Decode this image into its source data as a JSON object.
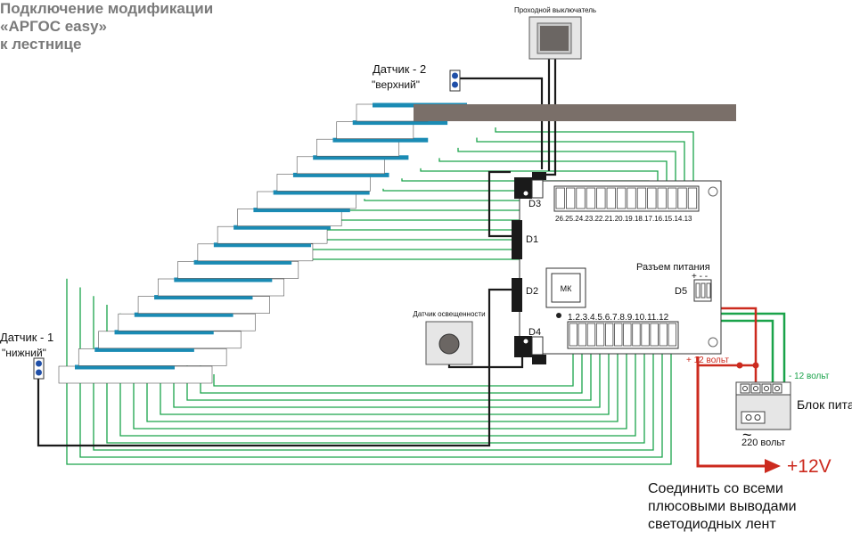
{
  "title": {
    "line1": "Подключение модификации",
    "line2": " «АРГОС easy»",
    "line3": "к  лестнице"
  },
  "labels": {
    "pass_switch": "Проходной выключатель",
    "sensor_top_1": "Датчик - 2",
    "sensor_top_2": "\"верхний\"",
    "sensor_bottom_1": "Датчик - 1",
    "sensor_bottom_2": "\"нижний\"",
    "light_sensor": "Датчик освещенности",
    "d1": "D1",
    "d2": "D2",
    "d3": "D3",
    "d4": "D4",
    "d5": "D5",
    "mk": "МК",
    "top_terminals": "26.25.24.23.22.21.20.19.18.17.16.15.14.13",
    "bottom_terminals": "1.2.3.4.5.6.7.8.9.10.11.12",
    "power_connector": "Разъем питания",
    "plus_minus": "+ - -",
    "plus12_volt": "+ 12 вольт",
    "minus12_volt": "- 12 вольт",
    "power_supply": "Блок питания",
    "tilde": "~",
    "v220": "220 вольт",
    "plus12v": "+12V",
    "note_1": "Соединить со всеми",
    "note_2": "плюсовыми выводами",
    "note_3": "светодиодных лент"
  },
  "colors": {
    "led": "#1a8bb4",
    "green_wire": "#1aa34a",
    "black_wire": "#1a1a1a",
    "red_wire": "#cc2a1e",
    "floor": "#7a6f69",
    "title": "#7a7a7a"
  },
  "icons": {
    "sensor": "sensor-icon",
    "switch": "pass-switch-icon",
    "light": "light-sensor-icon"
  }
}
